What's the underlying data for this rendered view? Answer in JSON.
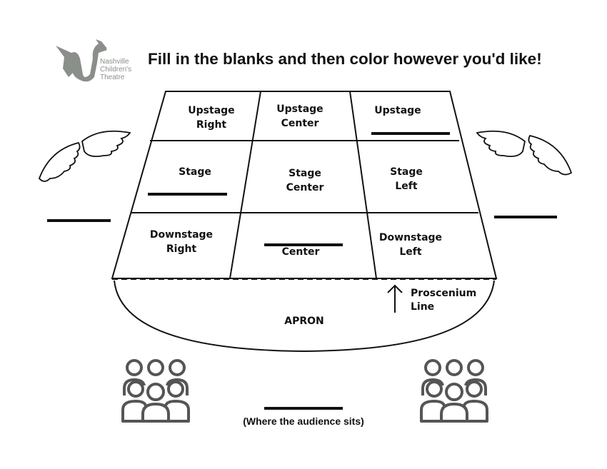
{
  "header": {
    "title": "Fill in the blanks and then color however you'd like!",
    "logo": {
      "line1": "Nashville",
      "line2": "Children's",
      "line3": "Theatre"
    }
  },
  "stage": {
    "cells": {
      "upstage_right": [
        "Upstage",
        "Right"
      ],
      "upstage_center": [
        "Upstage",
        "Center"
      ],
      "upstage_left": [
        "Upstage"
      ],
      "stage_right": [
        "Stage"
      ],
      "stage_center": [
        "Stage",
        "Center"
      ],
      "stage_left": [
        "Stage",
        "Left"
      ],
      "downstage_right": [
        "Downstage",
        "Right"
      ],
      "downstage_center": [
        "Center"
      ],
      "downstage_left": [
        "Downstage",
        "Left"
      ]
    },
    "proscenium": [
      "Proscenium",
      "Line"
    ],
    "apron": "APRON"
  },
  "footer": {
    "caption": "(Where the audience sits)"
  },
  "colors": {
    "ink": "#111111",
    "logo": "#8a8f8a",
    "icon": "#555555"
  }
}
